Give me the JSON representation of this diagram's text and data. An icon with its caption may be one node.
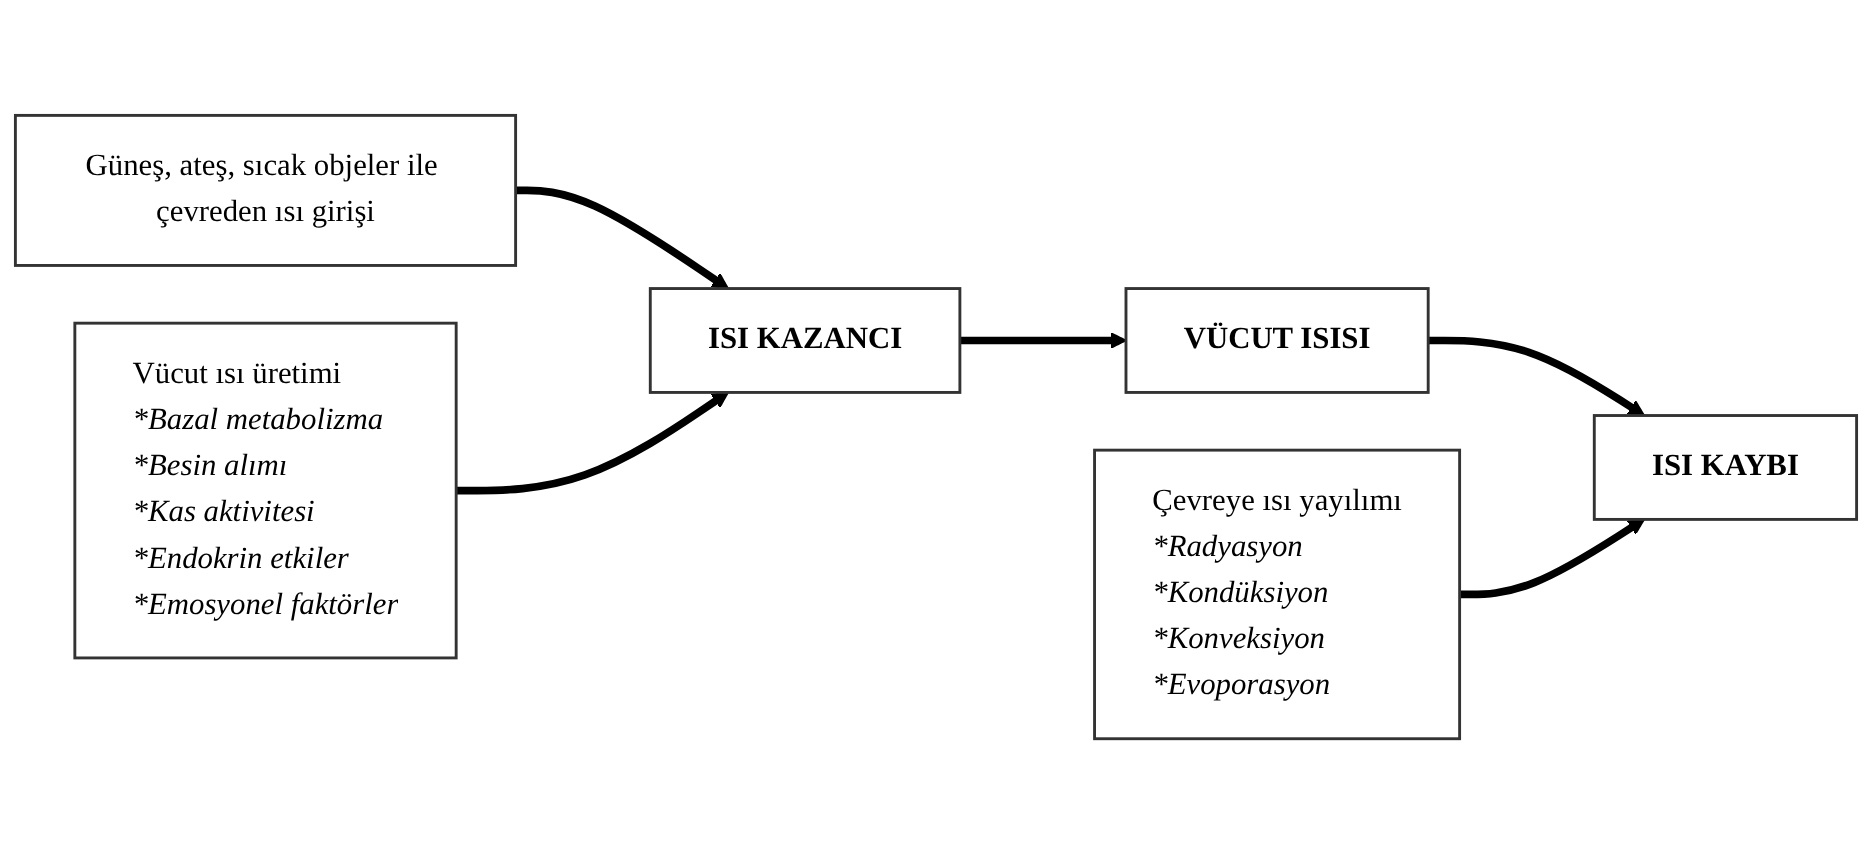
{
  "diagram": {
    "nodes": [
      {
        "text": [
          "Güneş, ateş, sıcak objeler ile çevreden ısı girişi"
        ]
      },
      {
        "text": [
          "ISI KAZANCI"
        ]
      },
      {
        "text": [
          "VÜCUT ISISI"
        ]
      },
      {
        "text": [
          "ISI KAYBI"
        ]
      },
      {
        "text": [
          "Vücut ısı üretimi",
          "*Bazal metabolizma",
          "*Besin alımı",
          "*Kas aktivitesi",
          "*Endokrin etkiler",
          "*Emosyonel faktörler"
        ]
      },
      {
        "text": [
          "Çevreye ısı yayılımı",
          "*Radyasyon",
          "*Kondüksiyon",
          "*Konveksiyon",
          "*Evoporasyon"
        ]
      }
    ],
    "edges": [
      {
        "from": 0,
        "to": 1,
        "arrow": "to"
      },
      {
        "from": 4,
        "to": 1,
        "arrow": "to"
      },
      {
        "from": 1,
        "to": 2,
        "arrow": "to"
      },
      {
        "from": 2,
        "to": 3,
        "arrow": "to"
      },
      {
        "from": 5,
        "to": 3,
        "arrow": "to"
      }
    ]
  }
}
